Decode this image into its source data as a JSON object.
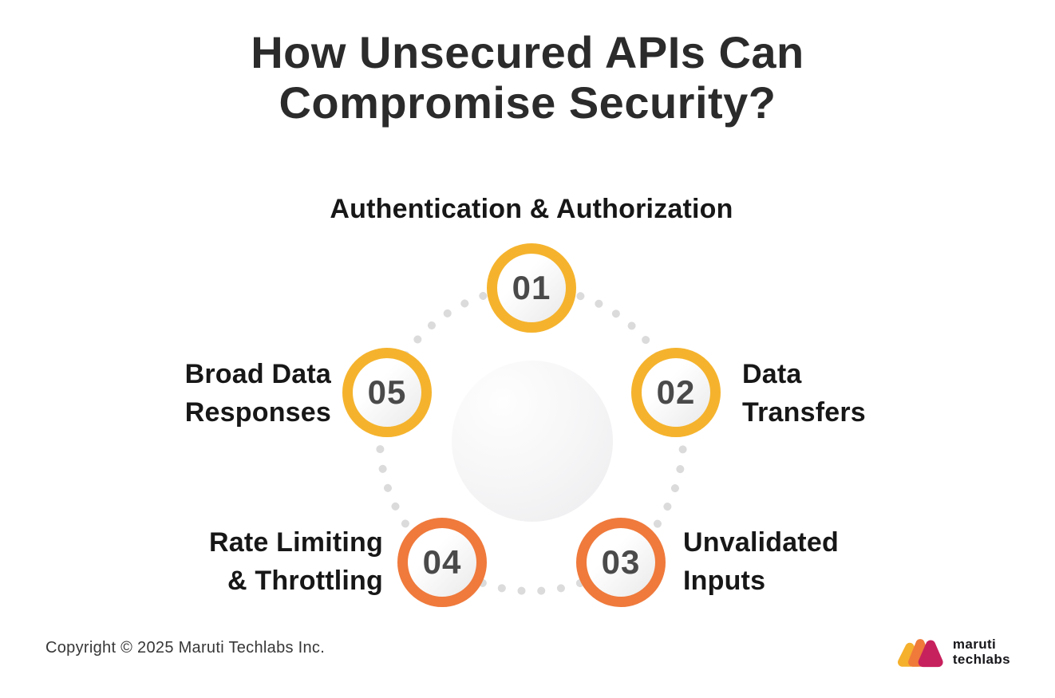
{
  "header": {
    "title": "How Unsecured APIs Can Compromise Security?",
    "title_lines": [
      "How Unsecured APIs Can",
      "Compromise Security?"
    ]
  },
  "steps": [
    {
      "number": "01",
      "label": "Authentication & Authorization",
      "label_lines": [
        "Authentication & Authorization"
      ],
      "ring_color": "#f5b32d"
    },
    {
      "number": "02",
      "label": "Data Transfers",
      "label_lines": [
        "Data",
        "Transfers"
      ],
      "ring_color": "#f5b32d"
    },
    {
      "number": "03",
      "label": "Unvalidated Inputs",
      "label_lines": [
        "Unvalidated",
        "Inputs"
      ],
      "ring_color": "#ef7a3c"
    },
    {
      "number": "04",
      "label": "Rate Limiting & Throttling",
      "label_lines": [
        "Rate Limiting",
        "& Throttling"
      ],
      "ring_color": "#ef7a3c"
    },
    {
      "number": "05",
      "label": "Broad Data Responses",
      "label_lines": [
        "Broad Data",
        "Responses"
      ],
      "ring_color": "#f5b32d"
    }
  ],
  "footer": {
    "copyright": "Copyright © 2025 Maruti Techlabs Inc.",
    "logo_text": "maruti techlabs",
    "logo_text_lines": [
      "maruti",
      "techlabs"
    ]
  },
  "colors": {
    "ring_yellow": "#f5b32d",
    "ring_orange": "#ef7a3c",
    "number_gray": "#4a4a4a",
    "dot_gray": "#dbdbdb",
    "title_text": "#2b2b2b",
    "label_text": "#171717",
    "logo_yellow": "#f5b02c",
    "logo_orange": "#ef7a3a",
    "logo_magenta": "#c7215d"
  }
}
